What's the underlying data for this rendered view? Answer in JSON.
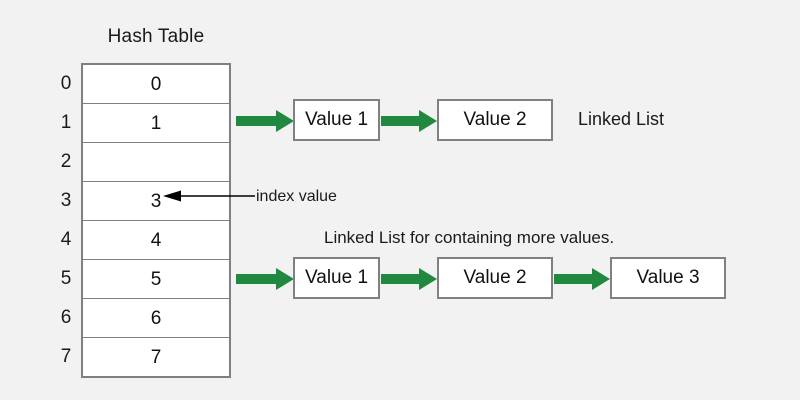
{
  "background_color": "#f2f2f2",
  "arrow_color": "#21883f",
  "border_color": "#808080",
  "text_color": "#111111",
  "hash_table": {
    "title": "Hash Table",
    "rows": [
      {
        "index": "0",
        "value": "0"
      },
      {
        "index": "1",
        "value": "1"
      },
      {
        "index": "2",
        "value": ""
      },
      {
        "index": "3",
        "value": "3"
      },
      {
        "index": "4",
        "value": "4"
      },
      {
        "index": "5",
        "value": "5"
      },
      {
        "index": "6",
        "value": "6"
      },
      {
        "index": "7",
        "value": "7"
      }
    ]
  },
  "annotations": {
    "index_value": "index value",
    "linked_list": "Linked List",
    "more_values": "Linked List for containing more values."
  },
  "chains": [
    {
      "from_row": "1",
      "nodes": [
        {
          "label": "Value 1"
        },
        {
          "label": "Value 2"
        }
      ]
    },
    {
      "from_row": "5",
      "nodes": [
        {
          "label": "Value 1"
        },
        {
          "label": "Value 2"
        },
        {
          "label": "Value 3"
        }
      ]
    }
  ]
}
